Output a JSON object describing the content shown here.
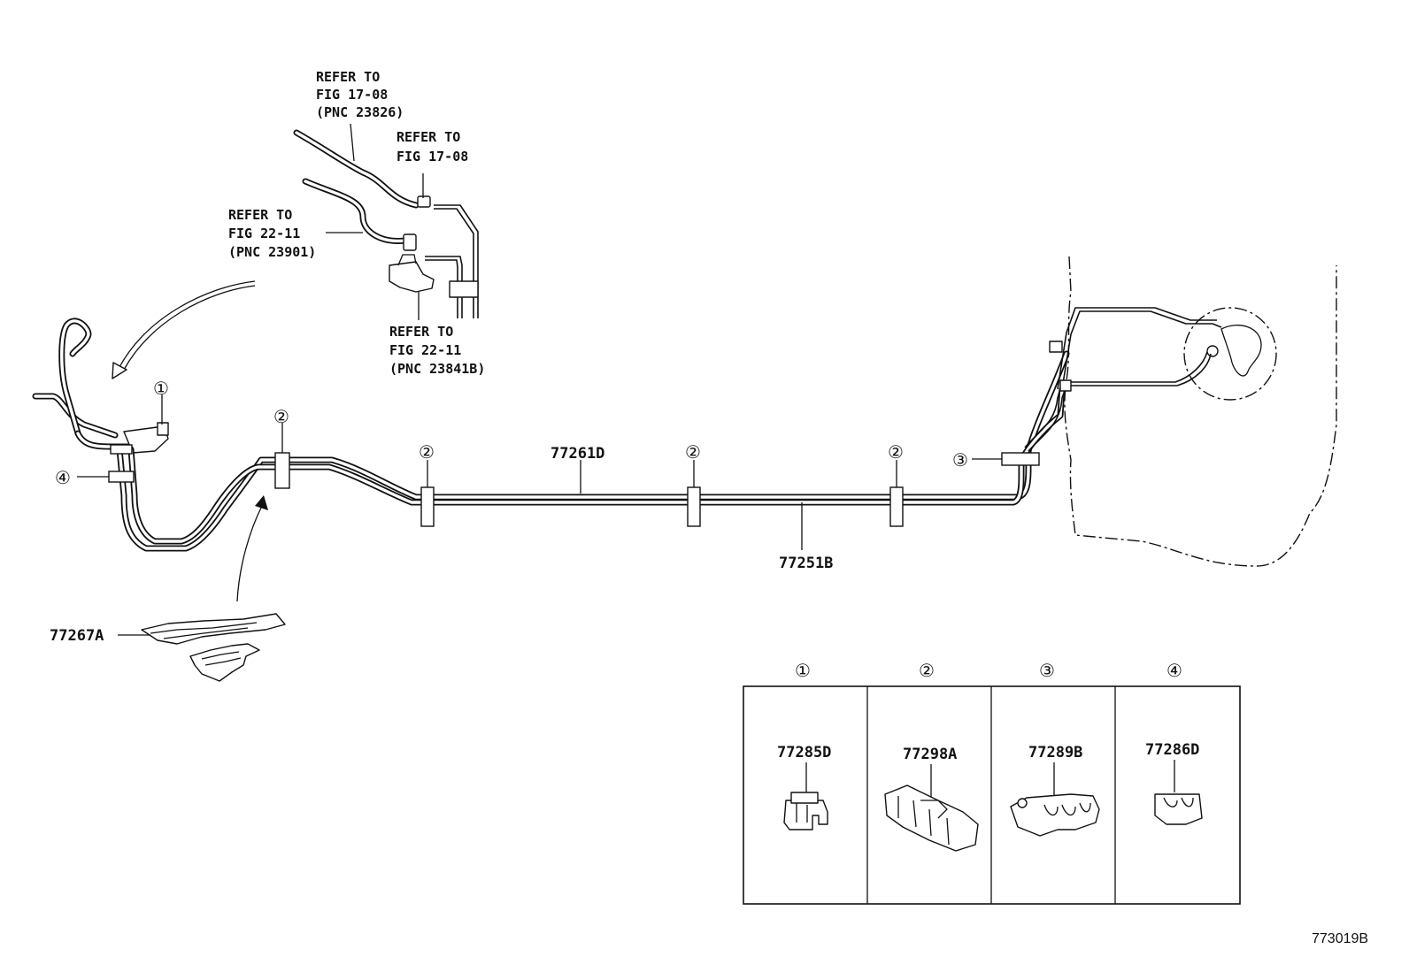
{
  "refs": {
    "ref_a": [
      "REFER TO",
      "FIG 17-08",
      "(PNC 23826)"
    ],
    "ref_b": [
      "REFER TO",
      "FIG 17-08"
    ],
    "ref_c": [
      "REFER TO",
      "FIG 22-11",
      "(PNC 23901)"
    ],
    "ref_d": [
      "REFER TO",
      "FIG 22-11",
      "(PNC 23841B)"
    ]
  },
  "parts": {
    "tube_upper": "77261D",
    "tube_lower": "77251B",
    "bracket": "77267A"
  },
  "callouts": [
    "①",
    "②",
    "③",
    "④"
  ],
  "legend": [
    {
      "marker": "①",
      "part": "77285D"
    },
    {
      "marker": "②",
      "part": "77298A"
    },
    {
      "marker": "③",
      "part": "77289B"
    },
    {
      "marker": "④",
      "part": "77286D"
    }
  ],
  "figure_code": "773019B"
}
